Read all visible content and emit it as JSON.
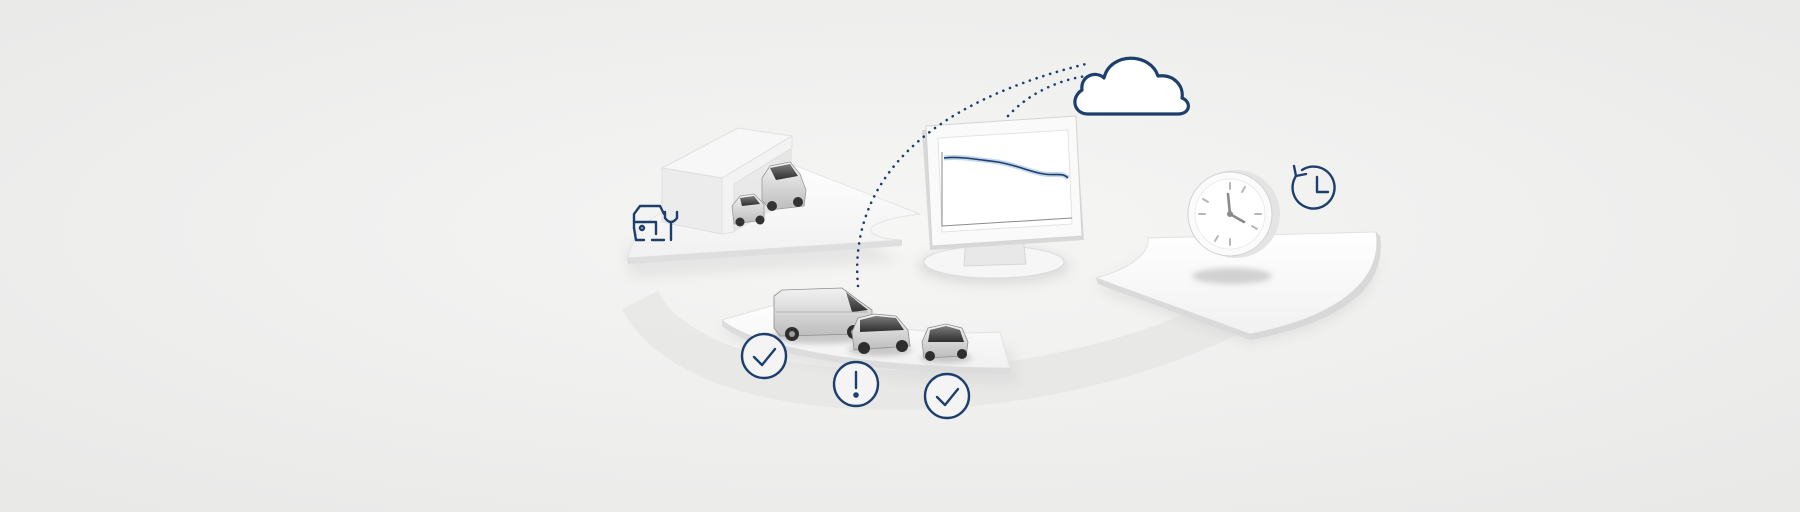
{
  "scene": {
    "subject": "fleet-connectivity-illustration",
    "accent_color": "#1c3f6e",
    "background_color": "#eeeeed",
    "icons": [
      "car-service-icon",
      "cloud-icon",
      "history-clock-icon",
      "check-circle-icon",
      "alert-circle-icon"
    ],
    "status_markers": [
      "ok",
      "warning",
      "ok"
    ]
  }
}
